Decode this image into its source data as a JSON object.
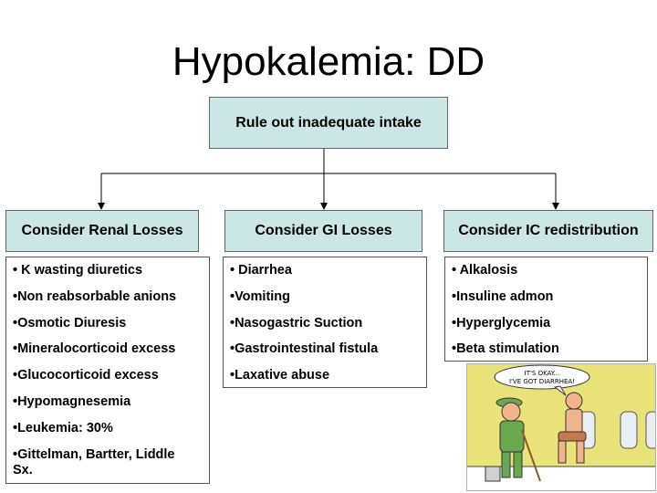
{
  "title": "Hypokalemia: DD",
  "root": {
    "label": "Rule out inadequate intake"
  },
  "branches": [
    {
      "label": "Consider Renal Losses",
      "items": [
        "• K wasting diuretics",
        "•Non reabsorbable anions",
        "•Osmotic Diuresis",
        "•Mineralocorticoid excess",
        "•Glucocorticoid excess",
        "•Hypomagnesemia",
        "•Leukemia: 30%",
        "•Gittelman, Bartter, Liddle Sx."
      ]
    },
    {
      "label": "Consider GI Losses",
      "items": [
        "• Diarrhea",
        "•Vomiting",
        "•Nasogastric Suction",
        "•Gastrointestinal fistula",
        "•Laxative abuse"
      ]
    },
    {
      "label": "Consider IC redistribution",
      "items": [
        "• Alkalosis",
        "•Insuline admon",
        "•Hyperglycemia",
        "•Beta stimulation"
      ]
    }
  ],
  "cartoon": {
    "speech": [
      "IT'S OKAY...",
      "I'VE GOT DIARRHEA!"
    ],
    "colors": {
      "wall": "#e9e37a",
      "skin": "#f2b48a",
      "shirt": "#6aa84f",
      "urinal": "#e8eef2"
    }
  },
  "colors": {
    "box_fill": "#cce6e6",
    "box_border": "#5a6a6a",
    "line": "#000000"
  }
}
